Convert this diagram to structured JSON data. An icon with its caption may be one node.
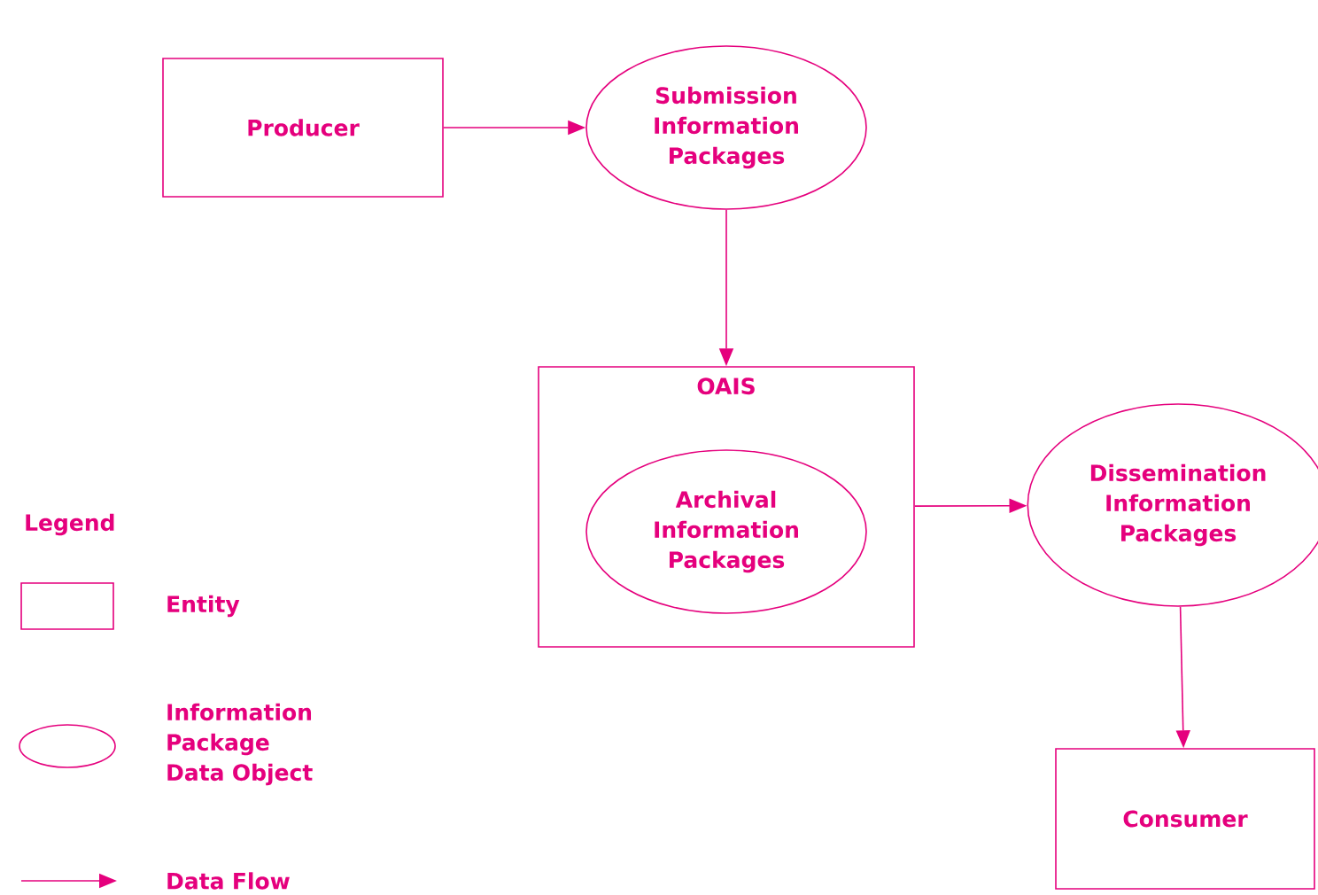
{
  "diagram": {
    "nodes": [
      {
        "text": [
          "Producer"
        ]
      },
      {
        "text": [
          "Submission Information Packages"
        ]
      },
      {
        "text": [
          "OAIS"
        ]
      },
      {
        "text": [
          "Archival Information Packages"
        ],
        "in": 2
      },
      {
        "text": [
          "Dissemination Information Packages"
        ]
      },
      {
        "text": [
          "Consumer"
        ]
      }
    ],
    "edges": [
      {
        "from": 0,
        "to": 1,
        "arrow": "to"
      },
      {
        "from": 1,
        "to": 2,
        "arrow": "to"
      },
      {
        "from": 2,
        "to": 4,
        "arrow": "to"
      },
      {
        "from": 4,
        "to": 5,
        "arrow": "to"
      }
    ],
    "labels": [
      "Legend"
    ],
    "legend": [
      {
        "text": "Entity"
      },
      {
        "text": "Information Package Data Object"
      },
      {
        "text": "Data Flow"
      }
    ]
  }
}
